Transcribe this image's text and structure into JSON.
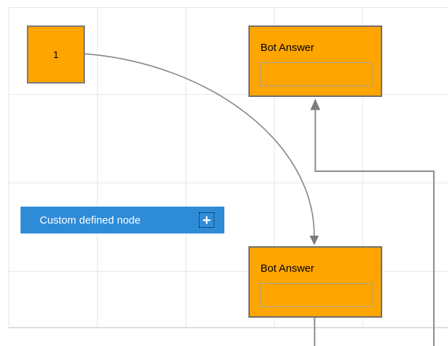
{
  "canvas": {
    "background": "#ffffff",
    "grid_line_color": "#e7e7e7",
    "grid_edge_color": "#dedede"
  },
  "colors": {
    "node_orange": "#ffa500",
    "node_blue": "#2e8bd8",
    "square_border": "#7a7a7a",
    "bot_border": "#6e6e6e",
    "inner_box_border": "#a3a3a3",
    "connector": "#8a8a8a",
    "arrowhead": "#7d7d7d",
    "custom_text": "#ffffff",
    "node_text": "#000000"
  },
  "nodes": {
    "start": {
      "label": "1"
    },
    "bot_answer_top": {
      "title": "Bot Answer",
      "input_value": ""
    },
    "bot_answer_bottom": {
      "title": "Bot Answer",
      "input_value": ""
    },
    "custom": {
      "label": "Custom defined node",
      "add_icon_glyph": "+"
    }
  },
  "icons": {
    "add_node_icon": "plus-in-dotted-selection-box",
    "arrow_up_icon": "filled-triangle-up",
    "arrow_down_icon": "filled-triangle-down"
  }
}
